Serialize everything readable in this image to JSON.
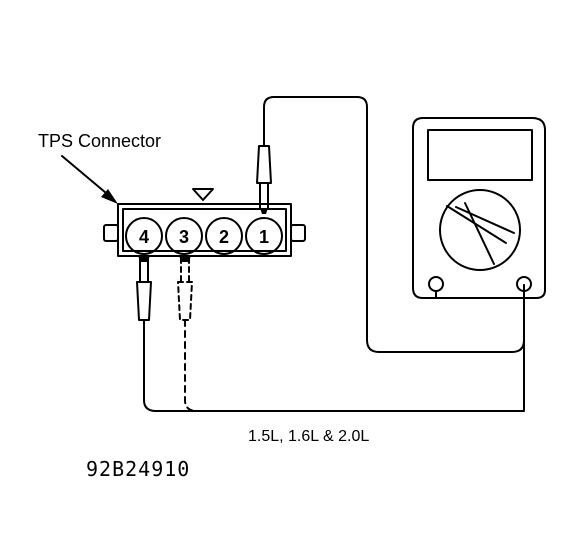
{
  "labels": {
    "connector": "TPS Connector",
    "engines": "1.5L, 1.6L & 2.0L",
    "figure_code": "92B24910"
  },
  "terminals": [
    "4",
    "3",
    "2",
    "1"
  ],
  "icons": {
    "connector": "tps-connector-icon",
    "meter": "multimeter-icon",
    "key": "triangle-key-icon"
  }
}
